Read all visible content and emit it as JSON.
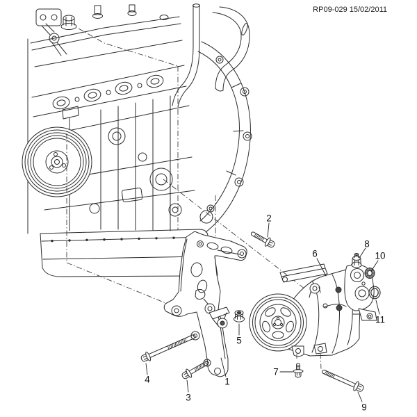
{
  "header": {
    "reference": "RP09-029 15/02/2011"
  },
  "callouts": [
    {
      "id": 1,
      "label": "1"
    },
    {
      "id": 2,
      "label": "2"
    },
    {
      "id": 3,
      "label": "3"
    },
    {
      "id": 4,
      "label": "4"
    },
    {
      "id": 5,
      "label": "5"
    },
    {
      "id": 6,
      "label": "6"
    },
    {
      "id": 7,
      "label": "7"
    },
    {
      "id": 8,
      "label": "8"
    },
    {
      "id": 9,
      "label": "9"
    },
    {
      "id": 10,
      "label": "10"
    },
    {
      "id": 11,
      "label": "11"
    }
  ],
  "colors": {
    "line_art": "#2b2b2b",
    "background": "#ffffff",
    "text": "#111111"
  }
}
